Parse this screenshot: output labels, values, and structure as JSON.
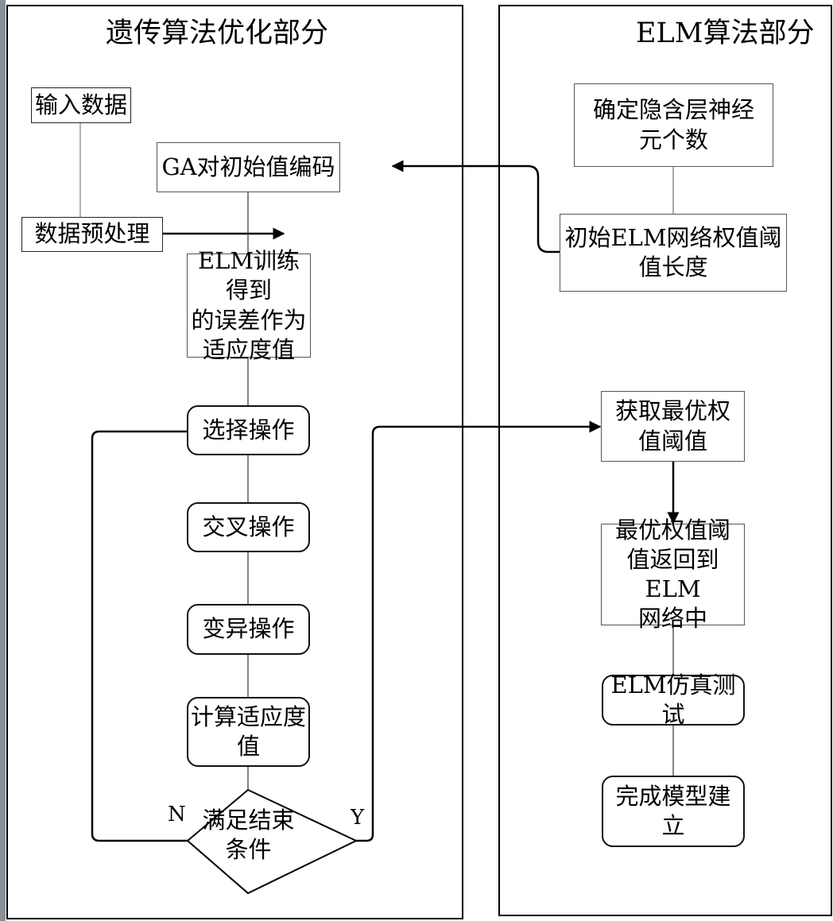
{
  "panels": {
    "ga": {
      "title": "遗传算法优化部分"
    },
    "elm": {
      "title": "ELM算法部分"
    }
  },
  "ga_nodes": {
    "input_data": "输入数据",
    "preprocess": "数据预处理",
    "ga_encode": "GA对初始值编码",
    "elm_fitness": "ELM训练得到\n的误差作为\n适应度值",
    "selection": "选择操作",
    "crossover": "交叉操作",
    "mutation": "变异操作",
    "compute_fitness": "计算适应度\n值",
    "end_condition": "满足结束\n条件"
  },
  "elm_nodes": {
    "hidden_neurons": "确定隐含层神经\n元个数",
    "init_length": "初始ELM网络权值阈\n值长度",
    "get_optimal": "获取最优权\n值阈值",
    "return_optimal": "最优权值阈\n值返回到ELM\n网络中",
    "simulation": "ELM仿真测试",
    "complete": "完成模型建\n立"
  },
  "edge_labels": {
    "no": "N",
    "yes": "Y"
  }
}
